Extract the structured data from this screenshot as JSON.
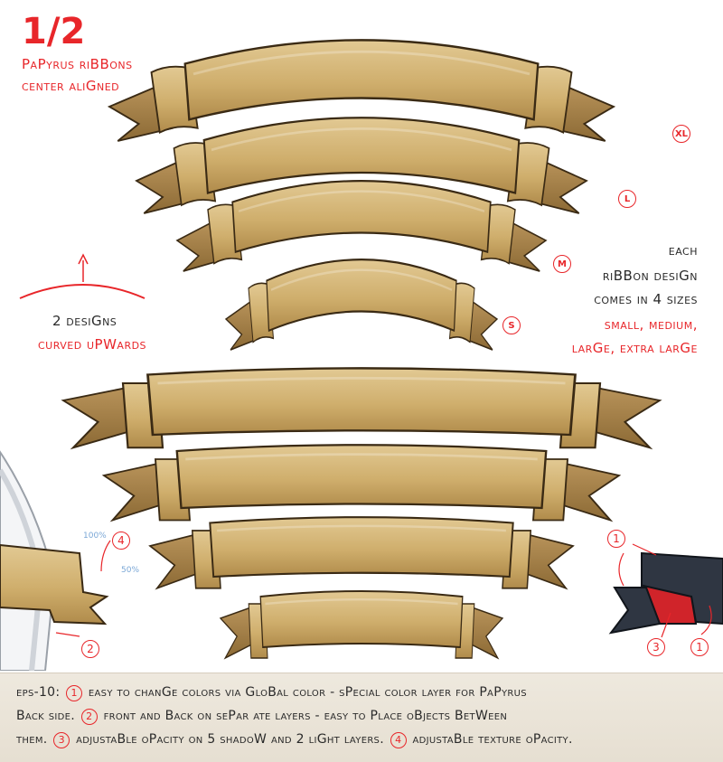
{
  "header": {
    "title": "1/2",
    "subtitle_line1": "PaPyrus riBBons",
    "subtitle_line2": "center aliGned"
  },
  "designs_note": {
    "line1": "2 desiGns",
    "line2": "curved uPWards"
  },
  "sizes_note": {
    "line1": "each",
    "line2": "riBBon desiGn",
    "line3": "comes in 4 sizes",
    "line4": "small, medium,",
    "line5": "larGe, extra larGe"
  },
  "size_badges": {
    "xl": "XL",
    "l": "L",
    "m": "M",
    "s": "S"
  },
  "detail_callouts": {
    "left_pct_top": "100%",
    "left_pct_bottom": "50%",
    "left_num_4": "4",
    "left_num_2": "2",
    "right_num_1a": "1",
    "right_num_3": "3",
    "right_num_1b": "1"
  },
  "footer": {
    "l1_a": "eps-10:",
    "n1": "1",
    "l1_b": "easy to chanGe colors via GloBal color - sPecial color layer for PaPyrus",
    "l2_a": "Back side.",
    "n2": "2",
    "l2_b": "front and Back on sePar ate layers - easy to Place oBjects BetWeen",
    "l3_a": "them.",
    "n3": "3",
    "l3_b": "adjustaBle oPacity on 5 shadoW and 2 liGht layers.",
    "n4": "4",
    "l3_c": "adjustaBle texture oPacity."
  },
  "colors": {
    "accent_red": "#e8262a",
    "papyrus_light": "#dcc08a",
    "papyrus_dark": "#a9803f",
    "outline": "#3a2a14",
    "ribbon_navy": "#2f3642"
  }
}
